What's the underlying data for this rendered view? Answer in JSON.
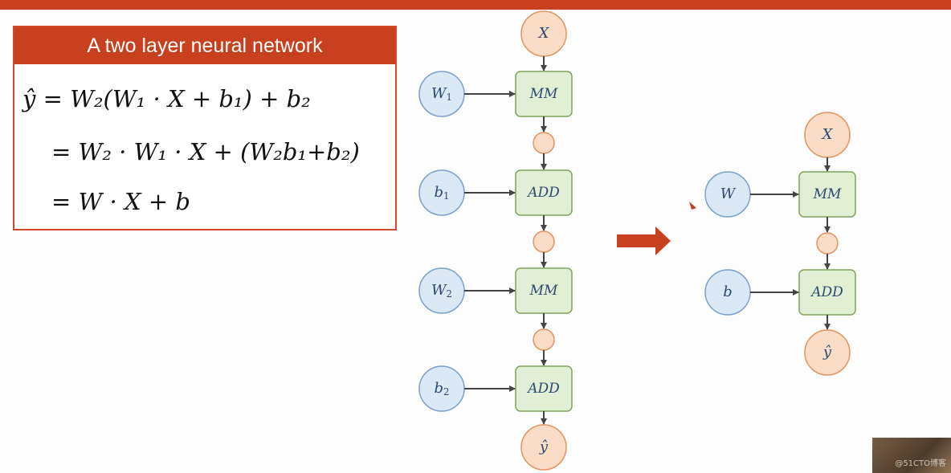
{
  "header": {
    "bar_color": "#c9401f"
  },
  "equation_box": {
    "title": "A two layer neural network",
    "line1": {
      "lhs": "ŷ",
      "rhs": "= W₂(W₁ · X + b₁) + b₂"
    },
    "line2": "= W₂ · W₁ · X + (W₂b₁+b₂)",
    "line3": "= W · X + b"
  },
  "left_graph": {
    "input": "X",
    "output": "ŷ",
    "ops": [
      "MM",
      "ADD",
      "MM",
      "ADD"
    ],
    "params": [
      {
        "base": "W",
        "sub": "1"
      },
      {
        "base": "b",
        "sub": "1"
      },
      {
        "base": "W",
        "sub": "2"
      },
      {
        "base": "b",
        "sub": "2"
      }
    ]
  },
  "right_graph": {
    "input": "X",
    "output": "ŷ",
    "ops": [
      "MM",
      "ADD"
    ],
    "params": [
      {
        "base": "W",
        "sub": ""
      },
      {
        "base": "b",
        "sub": ""
      }
    ]
  },
  "colors": {
    "op_fill": "#e3efd4",
    "op_stroke": "#7fa35a",
    "param_fill": "#dbe8f6",
    "param_stroke": "#7aa0cc",
    "io_fill": "#fbdcc6",
    "io_stroke": "#e3935e",
    "arrow": "#444444",
    "big_arrow": "#c9401f",
    "text": "#2b4a73"
  },
  "watermark": {
    "text": "@51CTO博客"
  }
}
